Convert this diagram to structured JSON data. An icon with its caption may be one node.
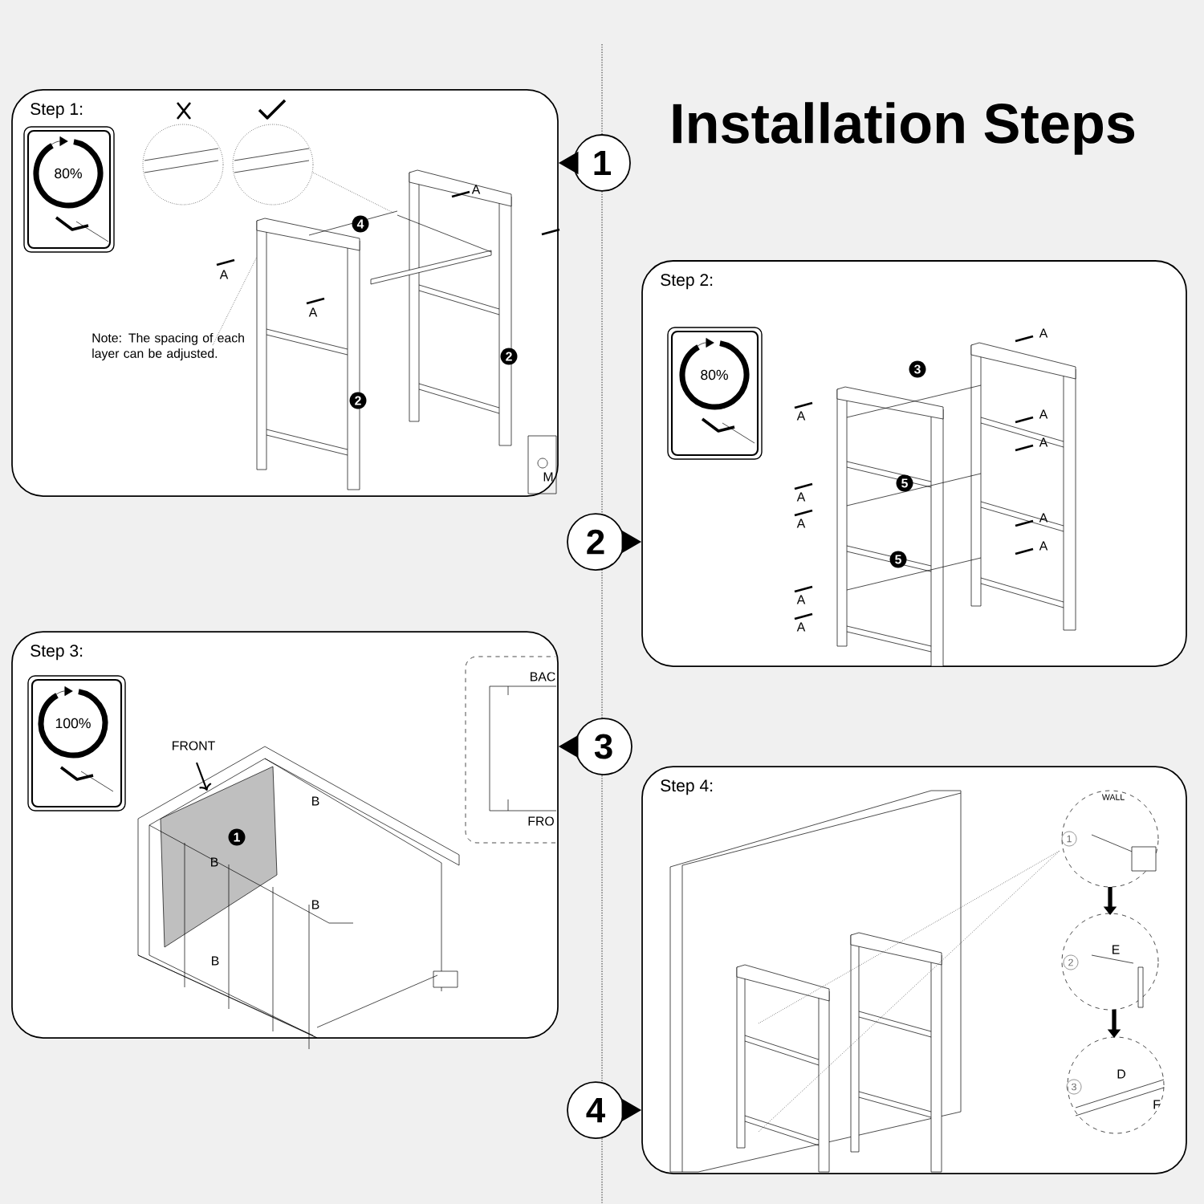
{
  "diagram": {
    "title": "Installation Steps",
    "nodes": [
      {
        "text": [
          "Step 1:"
        ]
      },
      {
        "text": [
          "Step 2:"
        ]
      },
      {
        "text": [
          "Step 3:"
        ]
      },
      {
        "text": [
          "Step 4:"
        ]
      },
      {
        "text": [
          "1"
        ]
      },
      {
        "text": [
          "2"
        ]
      },
      {
        "text": [
          "3"
        ]
      },
      {
        "text": [
          "4"
        ]
      },
      {
        "text": [
          "80%"
        ],
        "in": 0
      },
      {
        "text": [
          "80%"
        ],
        "in": 1
      },
      {
        "text": [
          "100%"
        ],
        "in": 2
      }
    ],
    "edges": [
      {
        "from": 4,
        "to": 0,
        "arrow": "to"
      },
      {
        "from": 5,
        "to": 1,
        "arrow": "to"
      },
      {
        "from": 6,
        "to": 2,
        "arrow": "to"
      },
      {
        "from": 7,
        "to": 3,
        "arrow": "to"
      }
    ],
    "labels": [
      "4",
      "A",
      "A",
      "A",
      "Note: The spacing of each layer can be adjusted.",
      "2",
      "2",
      "M",
      "A",
      "3",
      "A",
      "A",
      "A",
      "5",
      "A",
      "A",
      "A",
      "A",
      "5",
      "A",
      "A",
      "FRONT",
      "BAC",
      "B",
      "1",
      "FRO",
      "B",
      "B",
      "B",
      "WALL",
      "1",
      "E",
      "2",
      "D",
      "F",
      "3"
    ]
  }
}
